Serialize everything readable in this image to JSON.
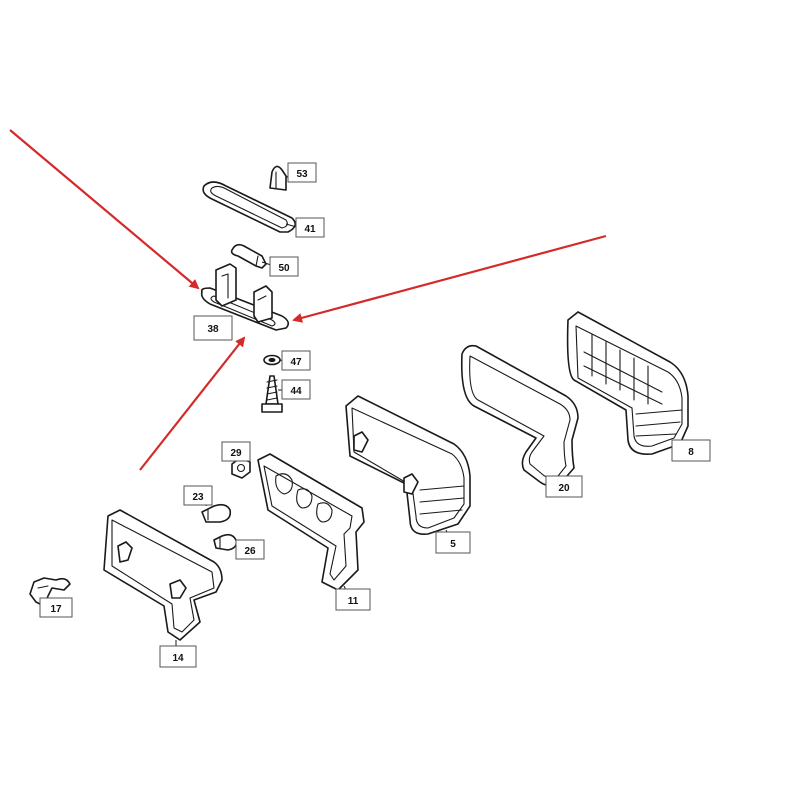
{
  "colors": {
    "arrow": "#d42a2a",
    "highlight": "#f5c518",
    "ink": "#1a1a1a"
  },
  "callouts": {
    "p53": "53",
    "p41": "41",
    "p50": "50",
    "p38": "38",
    "p47": "47",
    "p44": "44",
    "p29": "29",
    "p23": "23",
    "p26": "26",
    "p17": "17",
    "p14": "14",
    "p11": "11",
    "p5": "5",
    "p20": "20",
    "p8": "8"
  },
  "highlighted_part": "38"
}
